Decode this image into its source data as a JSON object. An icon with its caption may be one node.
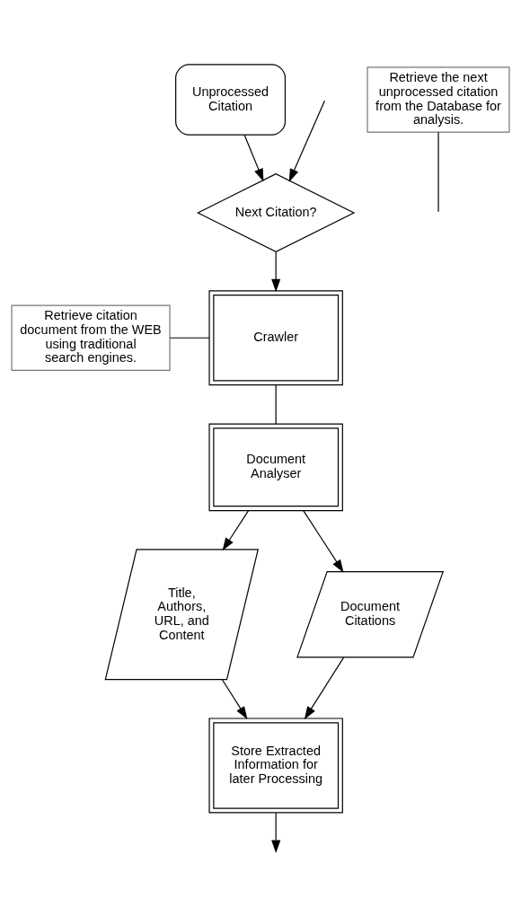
{
  "diagram": {
    "nodes": [
      {
        "text": [
          "Unprocessed Citation"
        ]
      },
      {
        "text": [
          "Retrieve the next unprocessed citation from the Database for analysis."
        ]
      },
      {
        "text": [
          "Next Citation?"
        ]
      },
      {
        "text": [
          "Retrieve citation document from the WEB using traditional search engines."
        ]
      },
      {
        "text": [
          "Crawler"
        ]
      },
      {
        "text": [
          "Document Analyser"
        ]
      },
      {
        "text": [
          "Title, Authors, URL, and Content"
        ]
      },
      {
        "text": [
          "Document Citations"
        ]
      },
      {
        "text": [
          "Store Extracted Information for later Processing"
        ]
      }
    ],
    "edges": [
      {
        "from": 0,
        "to": 2,
        "arrow": "to"
      },
      {
        "from": null,
        "to": 2,
        "arrow": "to"
      },
      {
        "from": 1,
        "to": null,
        "arrow": "none"
      },
      {
        "from": 2,
        "to": 4,
        "arrow": "to"
      },
      {
        "from": 3,
        "to": 4,
        "arrow": "none"
      },
      {
        "from": 4,
        "to": 5,
        "arrow": "none"
      },
      {
        "from": 5,
        "to": 6,
        "arrow": "to"
      },
      {
        "from": 5,
        "to": 7,
        "arrow": "to"
      },
      {
        "from": 6,
        "to": 8,
        "arrow": "to"
      },
      {
        "from": 7,
        "to": 8,
        "arrow": "to"
      },
      {
        "from": 8,
        "to": null,
        "arrow": "to"
      }
    ]
  }
}
